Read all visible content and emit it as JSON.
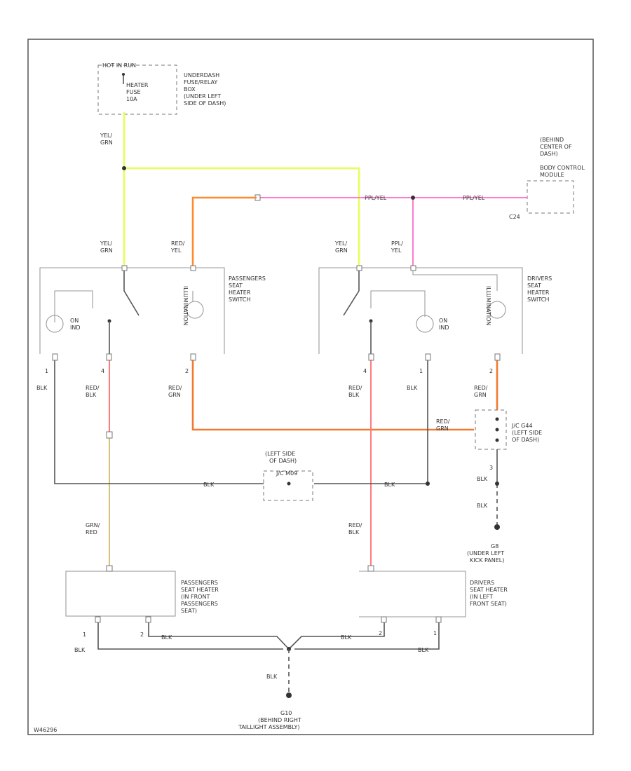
{
  "fuse_box": {
    "tag": "HOT IN RUN",
    "fuse_lines": [
      "HEATER",
      "FUSE",
      "10A"
    ],
    "desc_lines": [
      "UNDERDASH",
      "FUSE/RELAY",
      "BOX",
      "(UNDER LEFT",
      "SIDE OF DASH)"
    ]
  },
  "bcm": {
    "desc_lines": [
      "(BEHIND",
      "CENTER OF",
      "DASH)",
      "BODY CONTROL",
      "MODULE"
    ],
    "pin": "C24"
  },
  "wires": {
    "yel_grn_top": [
      "YEL/",
      "GRN"
    ],
    "ppl_yel_1": "PPL/YEL",
    "ppl_yel_2": "PPL/YEL",
    "pass_feed": [
      "YEL/",
      "GRN"
    ],
    "pass_illum": [
      "RED/",
      "YEL"
    ],
    "drv_feed": [
      "YEL/",
      "GRN"
    ],
    "drv_illum": [
      "PPL/",
      "YEL"
    ],
    "pass_pin1": [
      "BLK"
    ],
    "pass_pin4": [
      "RED/",
      "BLK"
    ],
    "pass_pin2": [
      "RED/",
      "GRN"
    ],
    "drv_pin4": [
      "RED/",
      "BLK"
    ],
    "drv_pin1": [
      "BLK"
    ],
    "drv_pin2": [
      "RED/",
      "GRN"
    ],
    "jc_in": [
      "RED/",
      "GRN"
    ],
    "blk_left": "BLK",
    "blk_right": "BLK",
    "jc_blk_1": "BLK",
    "jc_blk_2": "BLK",
    "pass_heater_in": [
      "GRN/",
      "RED"
    ],
    "drv_heater_in": [
      "RED/",
      "BLK"
    ],
    "seat_blk_1": "BLK",
    "seat_blk_2": "BLK",
    "seat_blk_3": "BLK",
    "seat_blk_4": "BLK",
    "ground_blk": "BLK"
  },
  "pass_switch": {
    "desc_lines": [
      "PASSENGERS",
      "SEAT",
      "HEATER",
      "SWITCH"
    ],
    "illum": "ILLUMINATION",
    "ind_lines": [
      "ON",
      "IND"
    ],
    "pins": {
      "p1": "1",
      "p4": "4",
      "p2": "2"
    }
  },
  "drv_switch": {
    "desc_lines": [
      "DRIVERS",
      "SEAT",
      "HEATER",
      "SWITCH"
    ],
    "illum": "ILLUMINATION",
    "ind_lines": [
      "ON",
      "IND"
    ],
    "pins": {
      "p4": "4",
      "p1": "1",
      "p2": "2"
    }
  },
  "jc": {
    "desc_lines": [
      "J/C G44",
      "(LEFT SIDE",
      "OF DASH)"
    ],
    "pin": "3"
  },
  "left_dash": {
    "desc_lines": [
      "(LEFT SIDE",
      "OF DASH)"
    ],
    "tag": "J/C M09"
  },
  "g_left": {
    "desc_lines": [
      "G8",
      "(UNDER LEFT",
      "KICK PANEL)"
    ]
  },
  "pass_heater": {
    "desc_lines": [
      "PASSENGERS",
      "SEAT HEATER",
      "(IN FRONT",
      "PASSENGERS",
      "SEAT)"
    ],
    "pins": {
      "p1": "1",
      "p2": "2"
    }
  },
  "drv_heater": {
    "desc_lines": [
      "DRIVERS",
      "SEAT HEATER",
      "(IN LEFT",
      "FRONT SEAT)"
    ],
    "pins": {
      "p2": "2",
      "p1": "1"
    }
  },
  "ground": {
    "desc_lines": [
      "G10",
      "(BEHIND RIGHT",
      "TAILLIGHT ASSEMBLY)"
    ]
  },
  "footer": {
    "code": "W46296"
  },
  "colors": {
    "yel_grn": "#e4ff57",
    "red_yel": "#ff8a2e",
    "ppl_yel": "#ff7ad2",
    "red_grn": "#f27a2e",
    "red_blk": "#ff7a7a",
    "grn_red": "#d9c27a",
    "blk": "#555555"
  }
}
